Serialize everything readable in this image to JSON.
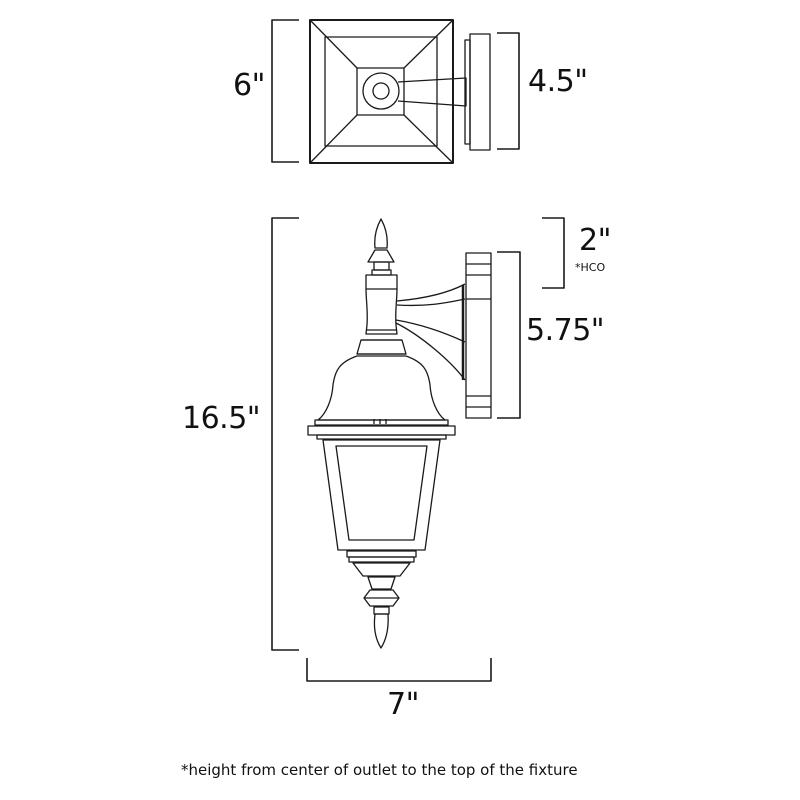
{
  "diagram": {
    "top_view": {
      "width_label": "6\"",
      "backplate_label": "4.5\""
    },
    "side_view": {
      "height_label": "16.5\"",
      "hco_label": "2\"",
      "hco_note": "*HCO",
      "backplate_height_label": "5.75\"",
      "width_label": "7\""
    },
    "footnote": "*height from center of outlet to the top of the fixture",
    "colors": {
      "line": "#1a1a1a",
      "background": "#ffffff"
    }
  }
}
